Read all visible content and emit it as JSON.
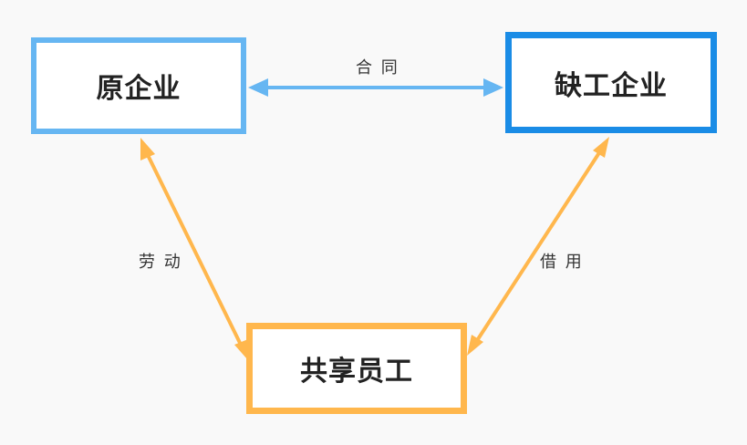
{
  "nodes": {
    "original_company": "原企业",
    "short_staffed_company": "缺工企业",
    "shared_employee": "共享员工"
  },
  "edges": {
    "contract": "合 同",
    "labor": "劳 动",
    "borrow": "借 用"
  },
  "colors": {
    "blue_light": "#66b6f2",
    "blue_dark": "#1a8ce6",
    "orange": "#ffb74d",
    "background": "#f9f9f9"
  }
}
